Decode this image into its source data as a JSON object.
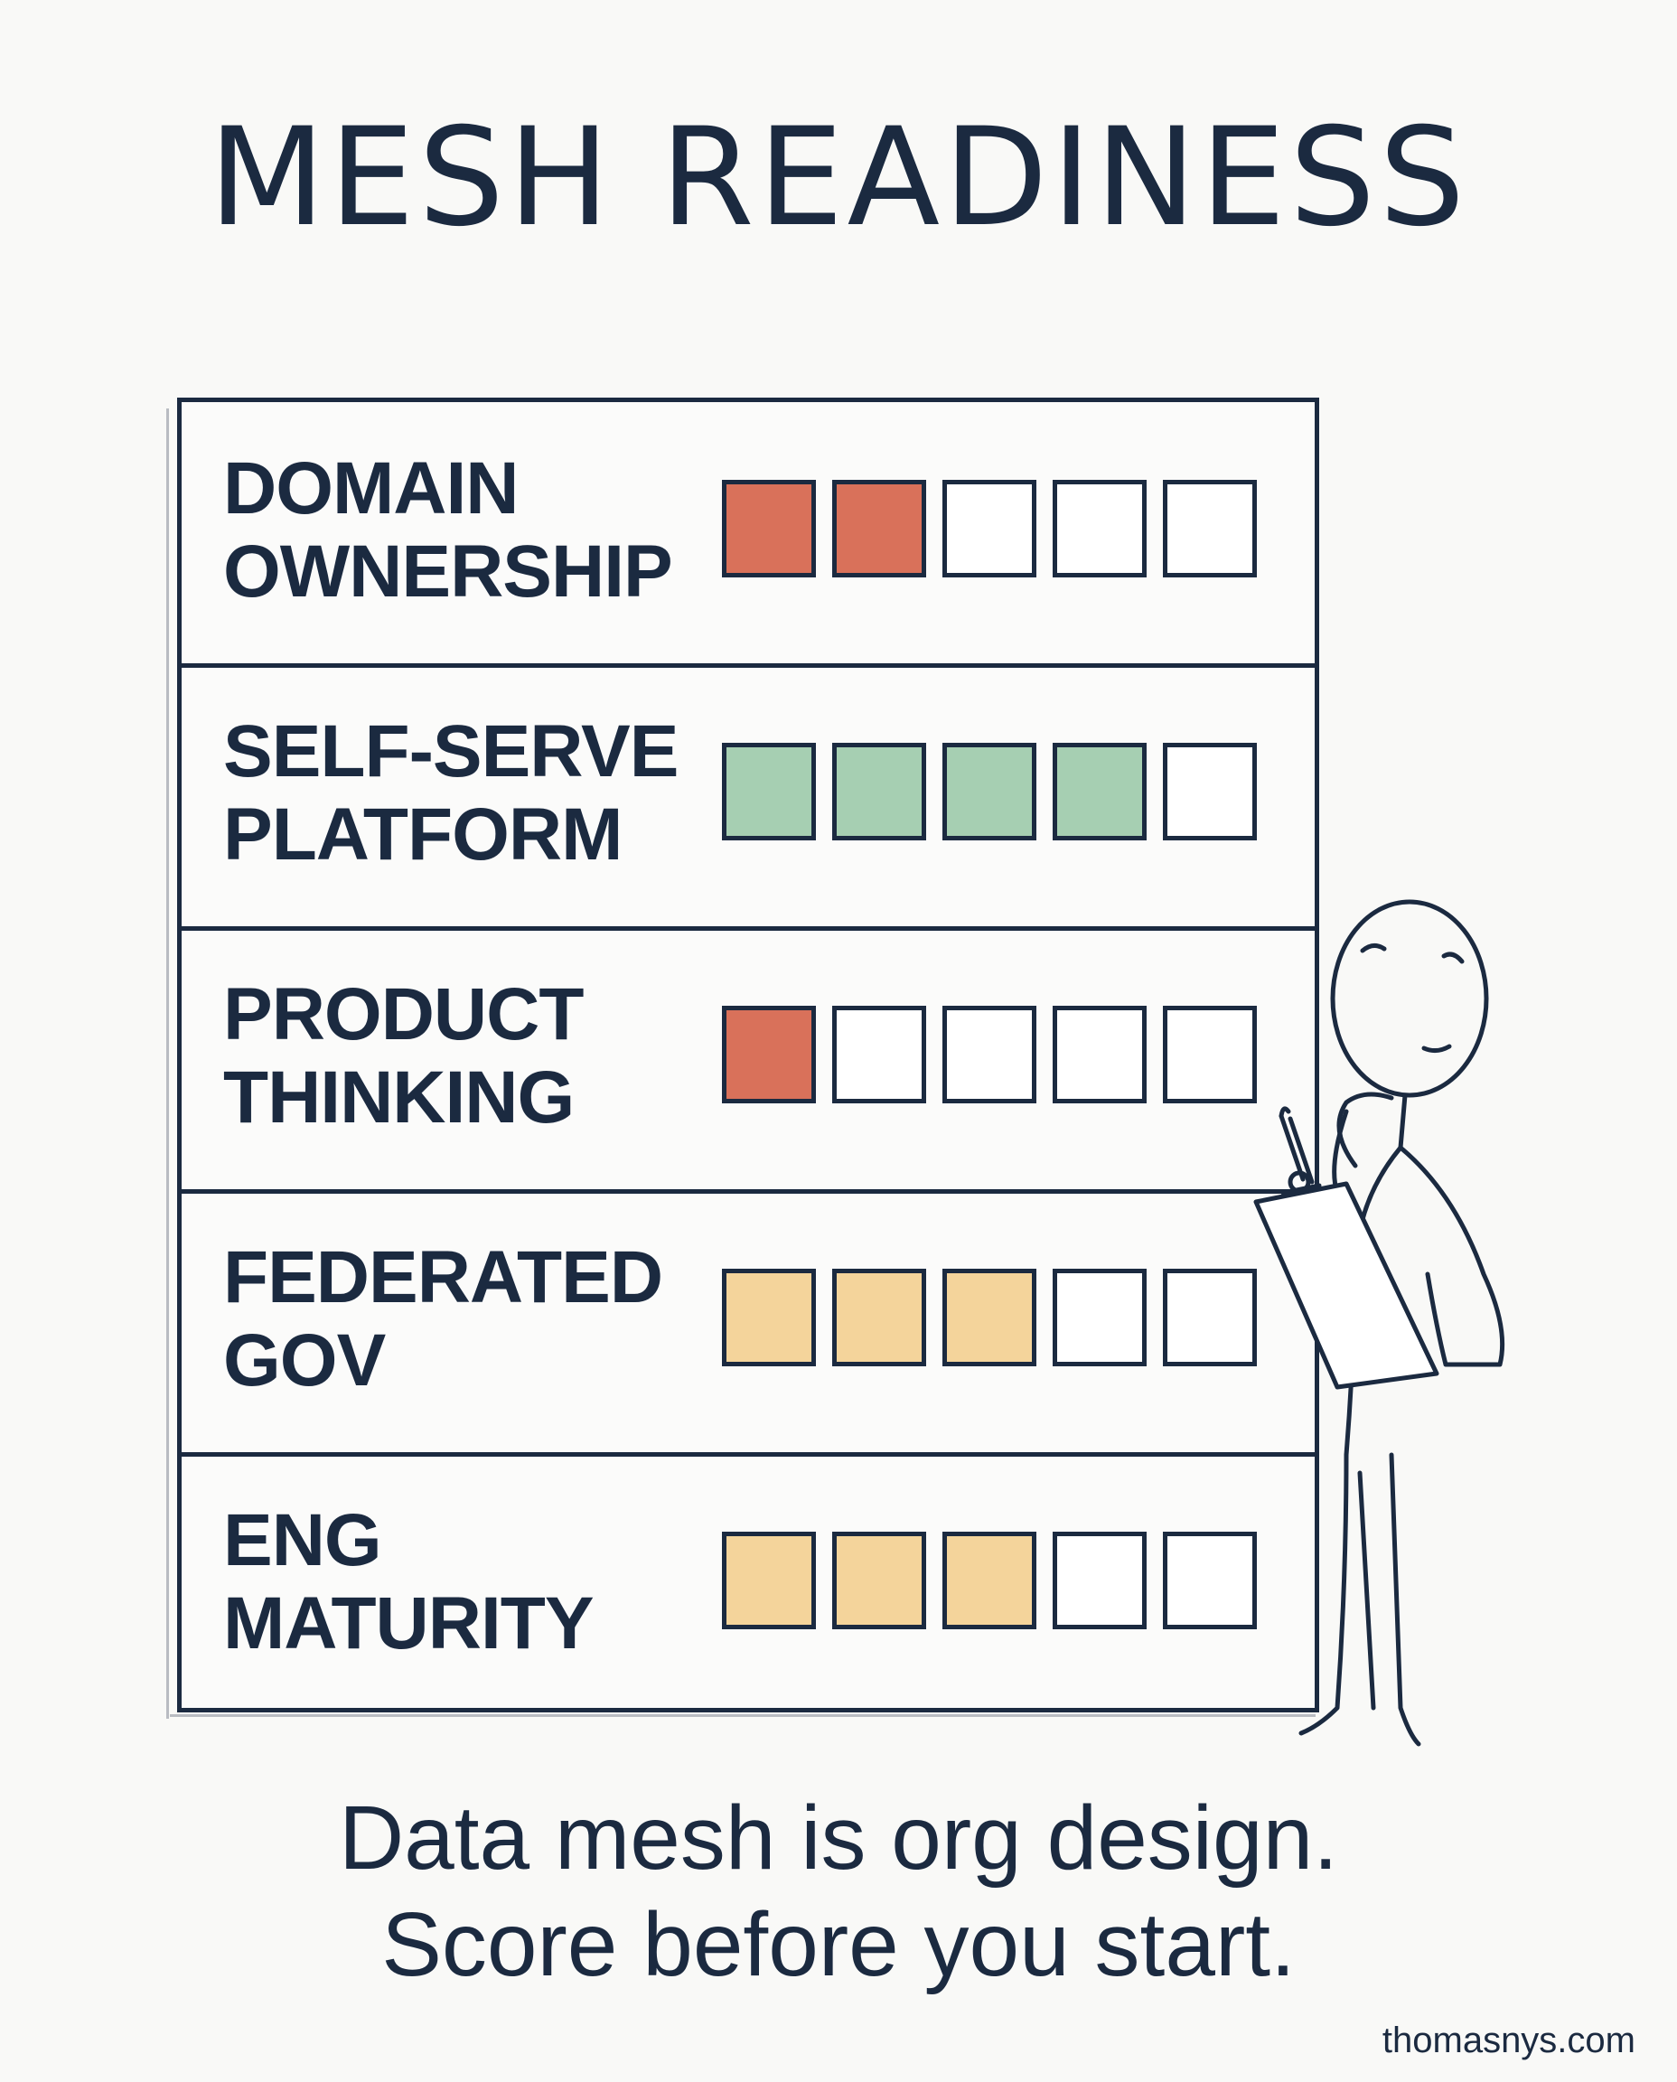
{
  "title": "MESH READINESS",
  "max_score": 5,
  "colors": {
    "ink": "#1b2a40",
    "low": "#d9715a",
    "high": "#a6cfb2",
    "mid": "#f4d49b",
    "empty": "#ffffff"
  },
  "rows": [
    {
      "label_line1": "DOMAIN",
      "label_line2": "OWNERSHIP",
      "score": 2,
      "level": "low"
    },
    {
      "label_line1": "SELF-SERVE",
      "label_line2": "PLATFORM",
      "score": 4,
      "level": "high"
    },
    {
      "label_line1": "PRODUCT",
      "label_line2": "THINKING",
      "score": 1,
      "level": "low"
    },
    {
      "label_line1": "FEDERATED",
      "label_line2": "GOV",
      "score": 3,
      "level": "mid"
    },
    {
      "label_line1": "ENG",
      "label_line2": "MATURITY",
      "score": 3,
      "level": "mid"
    }
  ],
  "caption": {
    "line1": "Data mesh is org design.",
    "line2": "Score before you start."
  },
  "credit": "thomasnys.com"
}
